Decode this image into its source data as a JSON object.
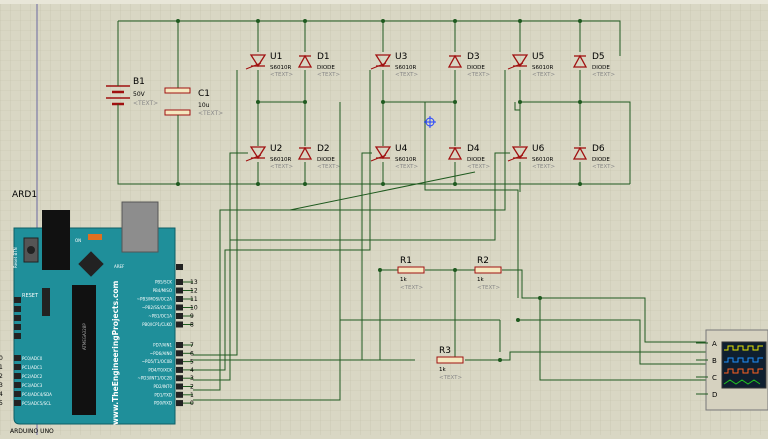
{
  "components": {
    "battery": {
      "ref": "B1",
      "value": "50V",
      "text": "<TEXT>"
    },
    "capacitor": {
      "ref": "C1",
      "value": "10u",
      "text": "<TEXT>"
    },
    "thyristors": [
      {
        "ref": "U1",
        "type": "S6010R",
        "text": "<TEXT>"
      },
      {
        "ref": "U2",
        "type": "S6010R",
        "text": "<TEXT>"
      },
      {
        "ref": "U3",
        "type": "S6010R",
        "text": "<TEXT>"
      },
      {
        "ref": "U4",
        "type": "S6010R",
        "text": "<TEXT>"
      },
      {
        "ref": "U5",
        "type": "S6010R",
        "text": "<TEXT>"
      },
      {
        "ref": "U6",
        "type": "S6010R",
        "text": "<TEXT>"
      }
    ],
    "diodes": [
      {
        "ref": "D1",
        "type": "DIODE",
        "text": "<TEXT>"
      },
      {
        "ref": "D2",
        "type": "DIODE",
        "text": "<TEXT>"
      },
      {
        "ref": "D3",
        "type": "DIODE",
        "text": "<TEXT>"
      },
      {
        "ref": "D4",
        "type": "DIODE",
        "text": "<TEXT>"
      },
      {
        "ref": "D5",
        "type": "DIODE",
        "text": "<TEXT>"
      },
      {
        "ref": "D6",
        "type": "DIODE",
        "text": "<TEXT>"
      }
    ],
    "resistors": [
      {
        "ref": "R1",
        "value": "1k",
        "text": "<TEXT>"
      },
      {
        "ref": "R2",
        "value": "1k",
        "text": "<TEXT>"
      },
      {
        "ref": "R3",
        "value": "1k",
        "text": "<TEXT>"
      }
    ]
  },
  "arduino": {
    "ref": "ARD1",
    "model": "ARDUINO UNO",
    "website": "www.TheEngineeringProjects.com",
    "reset_label": "RESET",
    "reset_button_label": "Reset BTN",
    "on_label": "ON",
    "chip_label": "ATMEGA328P",
    "aref": "AREF",
    "digital_pin_labels": [
      "PB5/SCK",
      "PB4/MISO",
      "~PB3/MOSI/OC2A",
      "~PB2/SS/OC1B",
      "~PB1/OC1A",
      "PB0/ICP1/CLKO",
      "PD7/AIN1",
      "~PD6/AIN0",
      "~PD5/T1/OC0B",
      "PD4/T0/XCK",
      "~PD3/INT1/OC2B",
      "PD2/INT0",
      "PD1/TXD",
      "PD0/RXD"
    ],
    "digital_pin_numbers": [
      "13",
      "12",
      "11",
      "10",
      "9",
      "8",
      "7",
      "6",
      "5",
      "4",
      "3",
      "2",
      "1",
      "0"
    ],
    "analog_pin_labels": [
      "PC0/ADC0",
      "PC1/ADC1",
      "PC2/ADC2",
      "PC3/ADC3",
      "PC4/ADC4/SDA",
      "PC5/ADC5/SCL"
    ],
    "analog_pin_numbers": [
      "0",
      "1",
      "2",
      "3",
      "4",
      "5"
    ]
  },
  "oscilloscope": {
    "channels": [
      "A",
      "B",
      "C",
      "D"
    ],
    "colors": {
      "A": "#e6e600",
      "B": "#1e90ff",
      "C": "#ff6020",
      "D": "#20c020"
    }
  },
  "colors": {
    "wire": "#1f5a1f",
    "component": "#a01010",
    "grid_minor": "#c8c6b0",
    "board": "#20909a"
  }
}
